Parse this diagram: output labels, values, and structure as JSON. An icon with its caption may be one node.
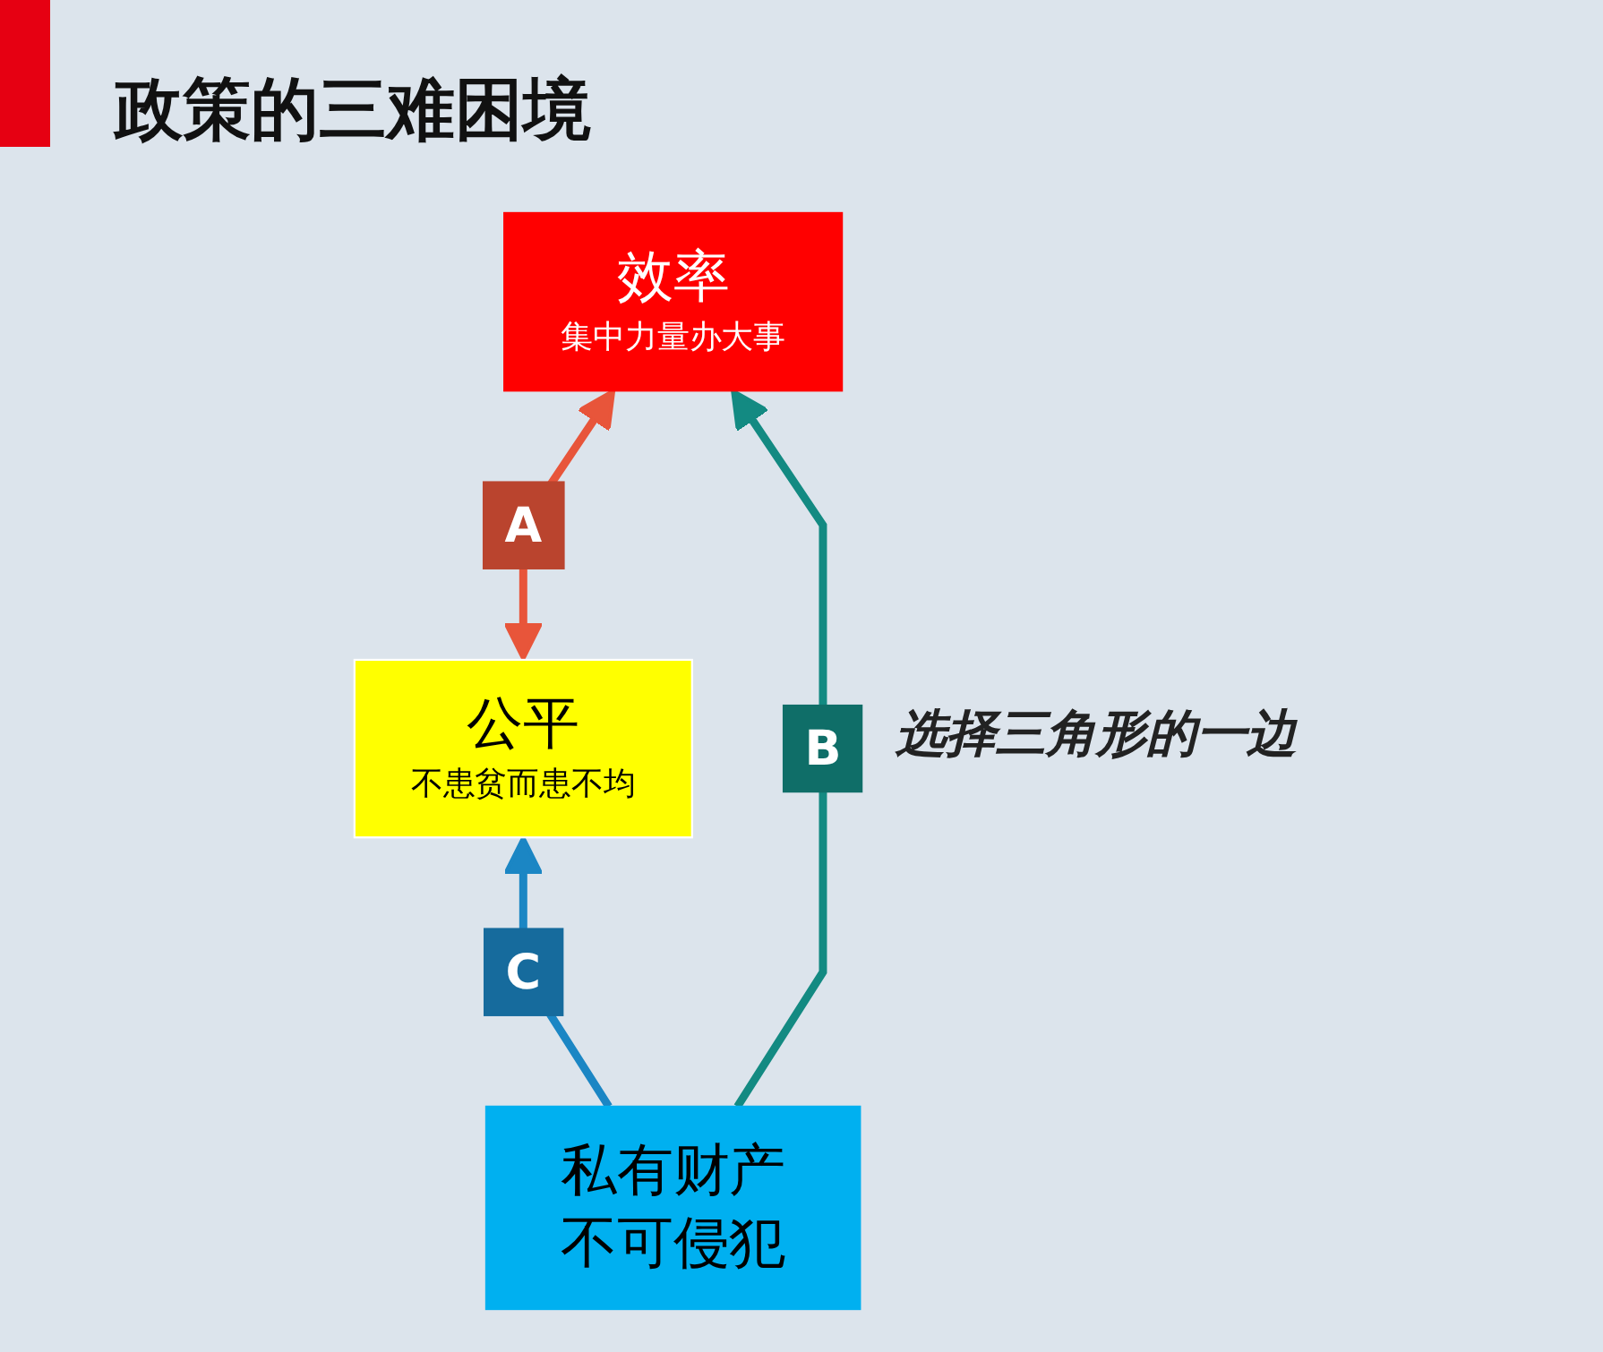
{
  "diagram": {
    "title": "政策的三难困境",
    "nodes": [
      {
        "text": [
          "效率",
          "集中力量办大事"
        ]
      },
      {
        "text": [
          "公平",
          "不患贫而患不均"
        ]
      },
      {
        "text": [
          "私有财产不可侵犯"
        ]
      }
    ],
    "edges": [
      {
        "from": 1,
        "to": 0,
        "arrow": "both",
        "label": "A",
        "color": "#e8553a"
      },
      {
        "from": 2,
        "to": 0,
        "arrow": "to",
        "label": "B",
        "color": "#138a82"
      },
      {
        "from": 2,
        "to": 1,
        "arrow": "to",
        "label": "C",
        "color": "#1b86c4"
      }
    ],
    "labels": [
      "选择三角形的一边"
    ]
  }
}
